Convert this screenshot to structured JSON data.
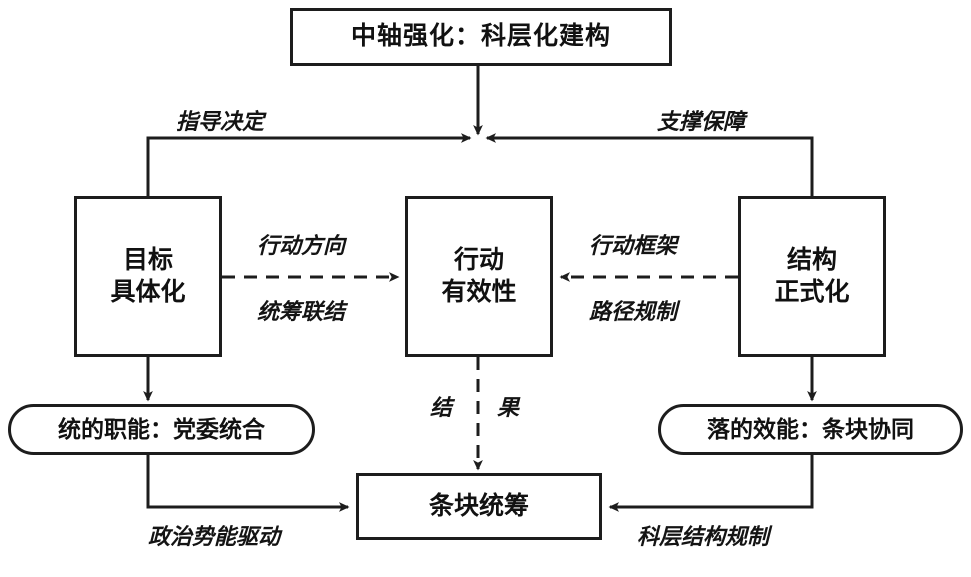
{
  "diagram": {
    "title_node": "中轴强化：科层化建构",
    "nodes": {
      "top": "中轴强化：科层化建构",
      "goal": "目标\n具体化",
      "action": "行动\n有效性",
      "structure": "结构\n正式化",
      "party_function": "统的职能：党委统合",
      "block_efficacy": "落的效能：条块协同",
      "overall_coordination": "条块统筹"
    },
    "edge_labels": {
      "guide_decision": "指导决定",
      "support_guarantee": "支撑保障",
      "action_direction": "行动方向",
      "coordinated_link": "统筹联结",
      "action_framework": "行动框架",
      "path_regulation": "路径规制",
      "result_left": "结",
      "result_right": "果",
      "political_energy_drive": "政治势能驱动",
      "bureaucratic_structure_regulation": "科层结构规制"
    },
    "colors": {
      "stroke": "#1d1d1d",
      "text": "#111111",
      "background": "#ffffff"
    }
  }
}
